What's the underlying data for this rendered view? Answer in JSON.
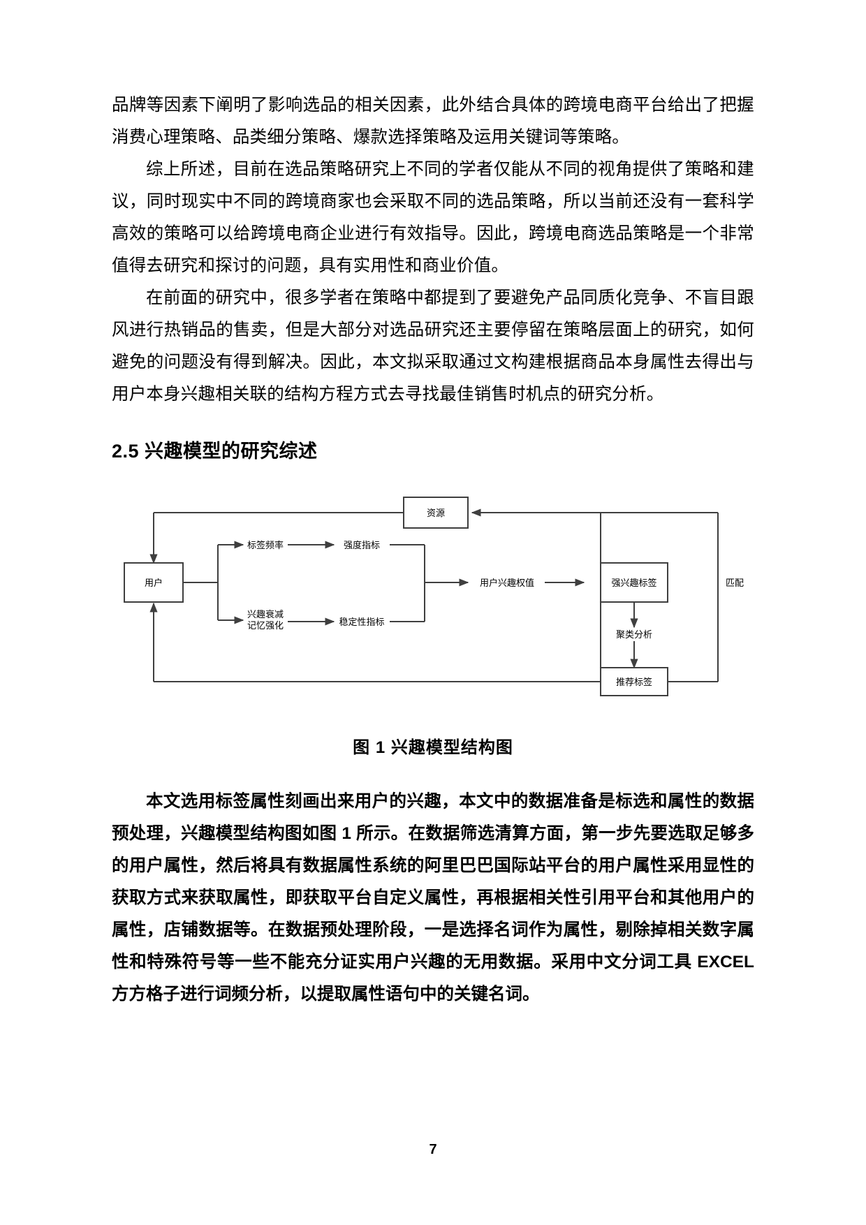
{
  "document": {
    "page_number": "7",
    "paragraphs": [
      {
        "id": "p1",
        "indent": false,
        "text": "品牌等因素下阐明了影响选品的相关因素，此外结合具体的跨境电商平台给出了把握消费心理策略、品类细分策略、爆款选择策略及运用关键词等策略。"
      },
      {
        "id": "p2",
        "indent": true,
        "text": "综上所述，目前在选品策略研究上不同的学者仅能从不同的视角提供了策略和建议，同时现实中不同的跨境商家也会采取不同的选品策略，所以当前还没有一套科学高效的策略可以给跨境电商企业进行有效指导。因此，跨境电商选品策略是一个非常值得去研究和探讨的问题，具有实用性和商业价值。"
      },
      {
        "id": "p3",
        "indent": true,
        "text": "在前面的研究中，很多学者在策略中都提到了要避免产品同质化竞争、不盲目跟风进行热销品的售卖，但是大部分对选品研究还主要停留在策略层面上的研究，如何避免的问题没有得到解决。因此，本文拟采取通过文构建根据商品本身属性去得出与用户本身兴趣相关联的结构方程方式去寻找最佳销售时机点的研究分析。"
      }
    ],
    "heading": {
      "number": "2.5",
      "title": "兴趣模型的研究综述",
      "full": "2.5 兴趣模型的研究综述"
    },
    "figure": {
      "caption": "图 1  兴趣模型结构图",
      "nodes": {
        "resource": "资源",
        "user": "用户",
        "tag_frequency": "标签频率",
        "intensity_index": "强度指标",
        "interest_decay_line1": "兴趣衰减",
        "interest_decay_line2": "记忆强化",
        "stability_index": "稳定性指标",
        "user_interest_weight": "用户兴趣权值",
        "strong_interest_tag": "强兴趣标签",
        "cluster_analysis": "聚类分析",
        "recommend_tag": "推荐标签",
        "match": "匹配"
      }
    },
    "closing_paragraph": {
      "indent": true,
      "text": "本文选用标签属性刻画出来用户的兴趣，本文中的数据准备是标选和属性的数据预处理，兴趣模型结构图如图 1 所示。在数据筛选清算方面，第一步先要选取足够多的用户属性，然后将具有数据属性系统的阿里巴巴国际站平台的用户属性采用显性的获取方式来获取属性，即获取平台自定义属性，再根据相关性引用平台和其他用户的属性，店铺数据等。在数据预处理阶段，一是选择名词作为属性，剔除掉相关数字属性和特殊符号等一些不能充分证实用户兴趣的无用数据。采用中文分词工具 EXCEL 方方格子进行词频分析，以提取属性语句中的关键名词。"
    },
    "colors": {
      "text": "#000000",
      "background": "#ffffff",
      "diagram_stroke": "#3f3f3f"
    }
  }
}
